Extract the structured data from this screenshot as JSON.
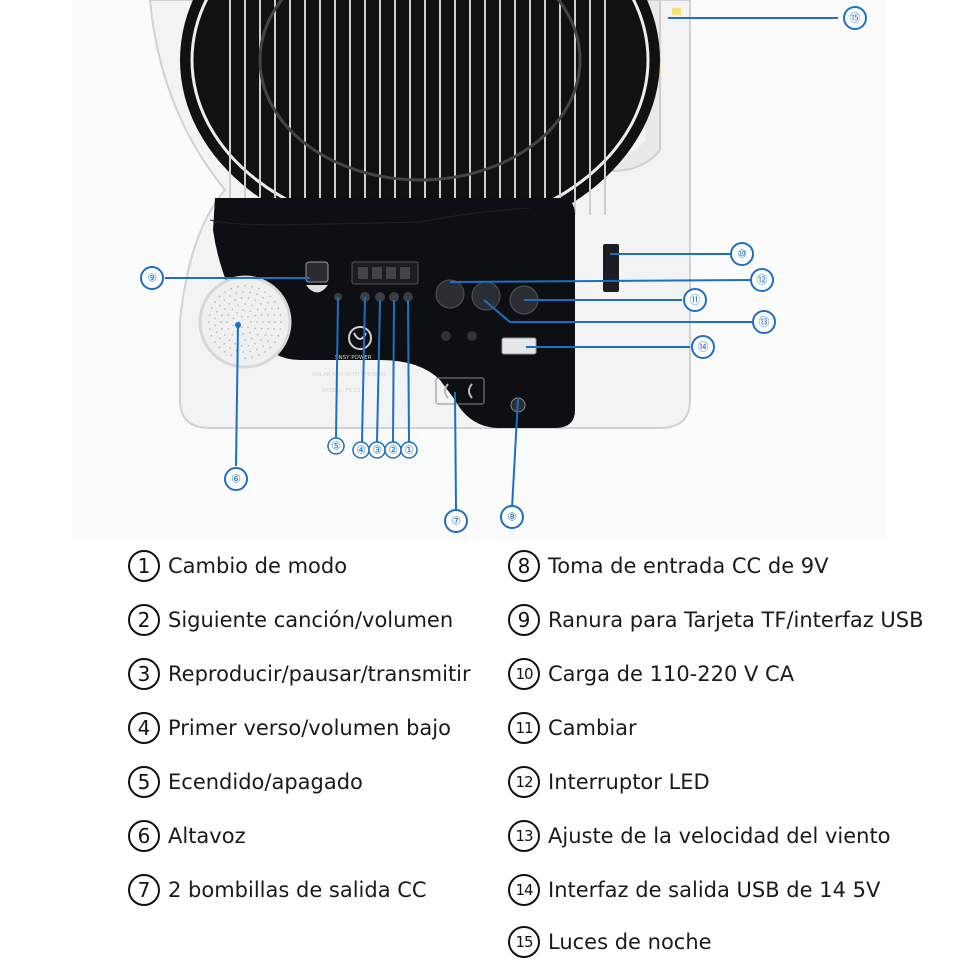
{
  "colors": {
    "callout": "#1e6fc4",
    "body": "#f4f4f4",
    "panel": "#0d0f12",
    "grille": "#1a1a1a"
  },
  "product_labels": {
    "brand": "SNSY POWER",
    "line1": "SOLAR FAN WITH SPEAKER",
    "line2": "MODEL: FK-22"
  },
  "callouts": [
    {
      "number": "①"
    },
    {
      "number": "②"
    },
    {
      "number": "③"
    },
    {
      "number": "④"
    },
    {
      "number": "⑤"
    },
    {
      "number": "⑥"
    },
    {
      "number": "⑦"
    },
    {
      "number": "⑧"
    },
    {
      "number": "⑨"
    },
    {
      "number": "⑩"
    },
    {
      "number": "⑪"
    },
    {
      "number": "⑫"
    },
    {
      "number": "⑬"
    },
    {
      "number": "⑭"
    },
    {
      "number": "⑮"
    }
  ],
  "legend": [
    {
      "number": "1",
      "text": "Cambio de modo"
    },
    {
      "number": "2",
      "text": "Siguiente canción/volumen"
    },
    {
      "number": "3",
      "text": "Reproducir/pausar/transmitir"
    },
    {
      "number": "4",
      "text": "Primer verso/volumen bajo"
    },
    {
      "number": "5",
      "text": "Ecendido/apagado"
    },
    {
      "number": "6",
      "text": "Altavoz"
    },
    {
      "number": "7",
      "text": "2 bombillas de salida CC"
    },
    {
      "number": "8",
      "text": "Toma de entrada CC de 9V"
    },
    {
      "number": "9",
      "text": "Ranura para Tarjeta TF/interfaz USB"
    },
    {
      "number": "10",
      "text": "Carga de 110-220 V CA"
    },
    {
      "number": "11",
      "text": "Cambiar"
    },
    {
      "number": "12",
      "text": "Interruptor LED"
    },
    {
      "number": "13",
      "text": "Ajuste de la velocidad del viento"
    },
    {
      "number": "14",
      "text": "Interfaz de salida USB de 14 5V"
    },
    {
      "number": "15",
      "text": "Luces de noche"
    }
  ]
}
